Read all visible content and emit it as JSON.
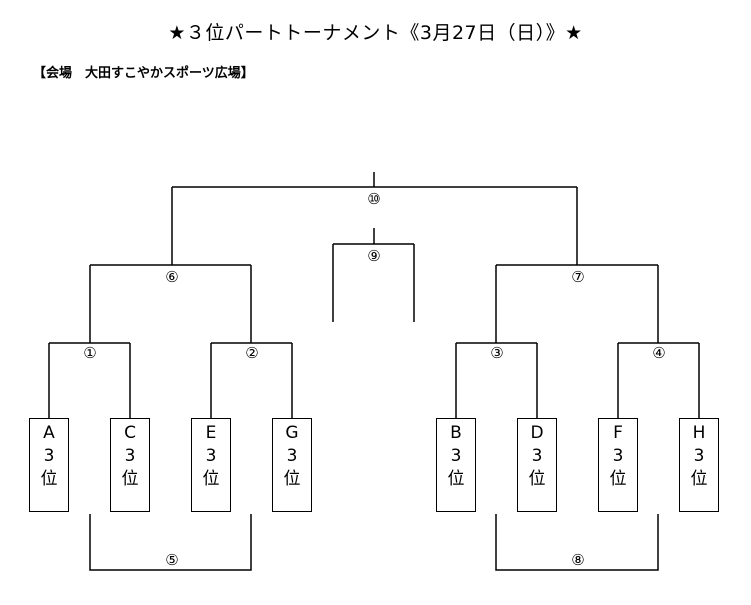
{
  "title": "★３位パートトーナメント《3月27日（日）》★",
  "venue": "【会場　大田すこやかスポーツ広場】",
  "match_numbers": {
    "m1": "①",
    "m2": "②",
    "m3": "③",
    "m4": "④",
    "m5": "⑤",
    "m6": "⑥",
    "m7": "⑦",
    "m8": "⑧",
    "m9": "⑨",
    "m10": "⑩"
  },
  "teams": [
    {
      "letter": "A",
      "rank": "3",
      "suffix": "位"
    },
    {
      "letter": "C",
      "rank": "3",
      "suffix": "位"
    },
    {
      "letter": "E",
      "rank": "3",
      "suffix": "位"
    },
    {
      "letter": "G",
      "rank": "3",
      "suffix": "位"
    },
    {
      "letter": "B",
      "rank": "3",
      "suffix": "位"
    },
    {
      "letter": "D",
      "rank": "3",
      "suffix": "位"
    },
    {
      "letter": "F",
      "rank": "3",
      "suffix": "位"
    },
    {
      "letter": "H",
      "rank": "3",
      "suffix": "位"
    }
  ]
}
